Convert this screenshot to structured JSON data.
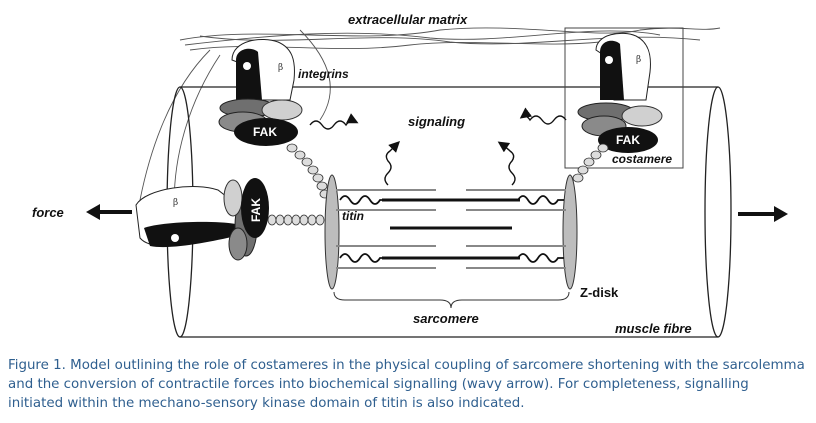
{
  "diagram": {
    "labels": {
      "extracellular_matrix": "extracellular matrix",
      "integrins": "integrins",
      "signaling": "signaling",
      "costamere": "costamere",
      "force": "force",
      "titin": "titin",
      "z_disk": "Z-disk",
      "sarcomere": "sarcomere",
      "muscle_fibre": "muscle fibre"
    },
    "fak_label": "FAK",
    "beta_label": "β"
  },
  "caption": {
    "label": "Figure 1.",
    "text": " Model outlining the role of costameres in the physical coupling of sarcomere shortening with the sarcolemma and the conversion of contractile forces into biochemical signalling (wavy arrow). For completeness, signalling initiated within the mechano-sensory kinase domain of titin is also indicated."
  },
  "colors": {
    "caption": "#2f5f8f",
    "fak": "#111111",
    "dark_gray": "#6f6f6f",
    "light_gray": "#d0d0d0"
  }
}
